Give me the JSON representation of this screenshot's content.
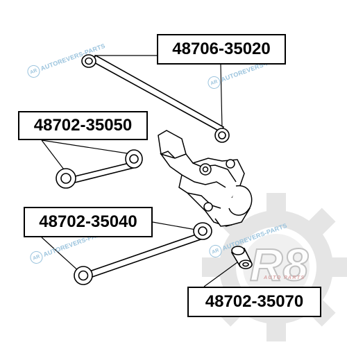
{
  "part_numbers": [
    "48706-35020",
    "48702-35050",
    "48702-35040",
    "48702-35070"
  ],
  "watermark": {
    "text": "AUTOREVERS-PARTS",
    "logo_text": "AR",
    "color": "#9ac3dd"
  },
  "brand_logo": {
    "logo_text": "R8",
    "subtitle": "AUTO PARTS",
    "gear_color": "#d3d3d3",
    "text_color": "#b85a5a"
  }
}
